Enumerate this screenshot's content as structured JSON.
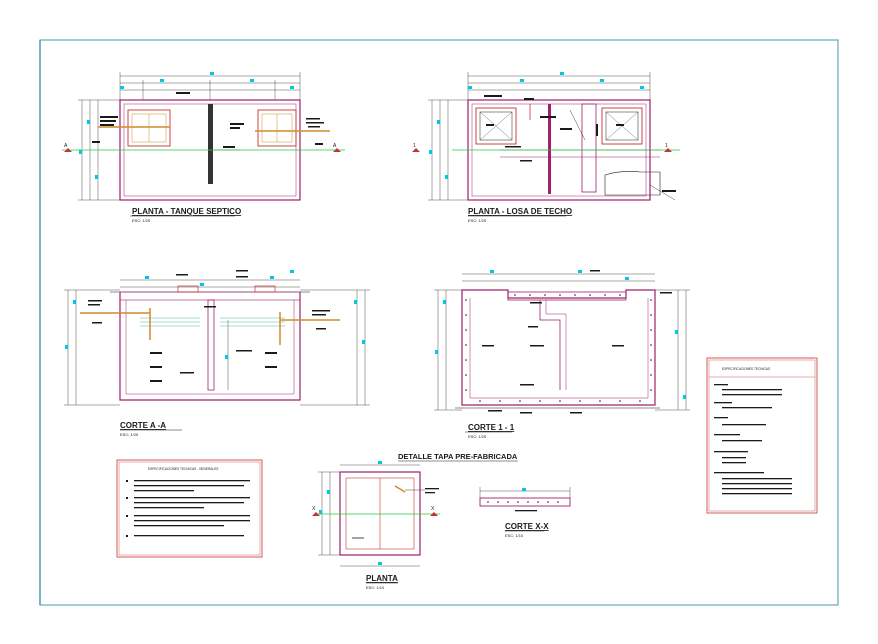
{
  "views": {
    "planta_tanque": {
      "title": "PLANTA - TANQUE SEPTICO",
      "scale": "ESC: 1/25"
    },
    "planta_losa": {
      "title": "PLANTA - LOSA DE TECHO",
      "scale": "ESC: 1/25"
    },
    "corte_a": {
      "title": "CORTE A -A",
      "scale": "ESC: 1/25"
    },
    "corte_1": {
      "title": "CORTE 1 - 1",
      "scale": "ESC: 1/25"
    },
    "detalle_tapa": {
      "title": "DETALLE TAPA PRE-FABRICADA"
    },
    "corte_x": {
      "title": "CORTE X-X",
      "scale": "ESC: 1/10"
    },
    "planta_tapa": {
      "title": "PLANTA",
      "scale": "ESC: 1/10"
    }
  },
  "section_marks": {
    "a_left": "A",
    "a_right": "A",
    "one_left": "1",
    "one_right": "1",
    "x_left": "X",
    "x_right": "X"
  },
  "spec_boxes": {
    "left_title": "ESPECIFICACIONES TECNICAS - GENERALES",
    "right_title": "ESPECIFICACIONES TECNICAS"
  },
  "colors": {
    "frame": "#4a9ab0",
    "magenta": "#a0206a",
    "red": "#c83232",
    "dim_cyan": "#00c8e6",
    "green": "#22cc44",
    "orange": "#d08a2a"
  },
  "icons": [
    "section-marker-icon"
  ]
}
